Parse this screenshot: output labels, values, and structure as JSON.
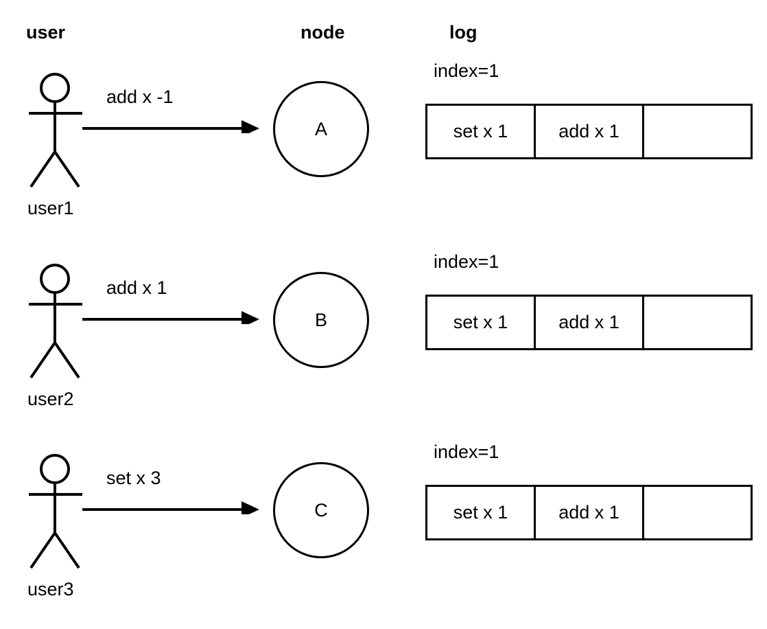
{
  "headers": {
    "user": "user",
    "node": "node",
    "log": "log"
  },
  "colors": {
    "stroke": "#000000",
    "background": "#ffffff",
    "text": "#000000"
  },
  "rows": [
    {
      "actor_name": "user1",
      "actor_icon": "stick-figure-icon",
      "message": "add x -1",
      "node_letter": "A",
      "log": {
        "index_label": "index=1",
        "cells": [
          "set x 1",
          "add x 1",
          ""
        ]
      }
    },
    {
      "actor_name": "user2",
      "actor_icon": "stick-figure-icon",
      "message": "add x 1",
      "node_letter": "B",
      "log": {
        "index_label": "index=1",
        "cells": [
          "set x 1",
          "add x 1",
          ""
        ]
      }
    },
    {
      "actor_name": "user3",
      "actor_icon": "stick-figure-icon",
      "message": "set x 3",
      "node_letter": "C",
      "log": {
        "index_label": "index=1",
        "cells": [
          "set x 1",
          "add x 1",
          ""
        ]
      }
    }
  ]
}
